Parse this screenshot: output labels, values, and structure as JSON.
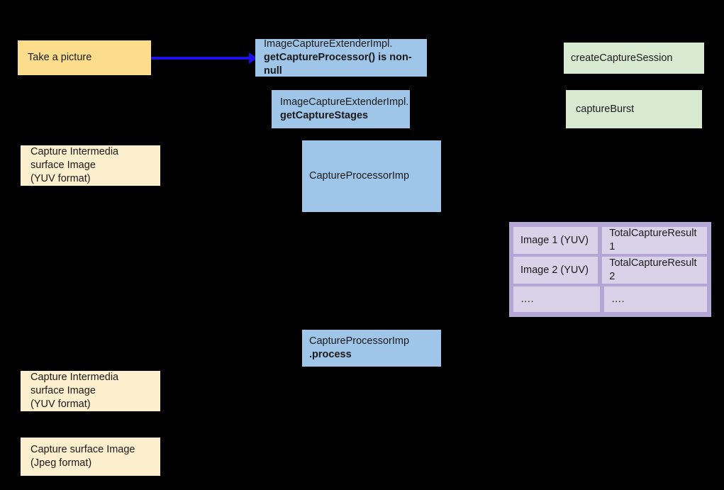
{
  "diagram": {
    "title": "CameraX Extensions capture flow",
    "background_color": "#000000",
    "colors": {
      "amber": "#FBDD8C",
      "cream": "#FCEFCD",
      "blue": "#9FC5E8",
      "green": "#D9EAD3",
      "purple_outer": "#B4A7D6",
      "purple_inner": "#D9D2E9",
      "arrow": "#1F10E8",
      "text": "#1A1A1A"
    },
    "arrow": {
      "name": "take-picture-to-get-capture-processor-arrow",
      "color": "#1F10E8",
      "direction": "right"
    },
    "nodes": {
      "take_picture": {
        "label": "Take a picture"
      },
      "get_capture_processor": {
        "line1": "ImageCaptureExtenderImpl.",
        "line2": "getCaptureProcessor() is non-null"
      },
      "get_capture_stages": {
        "line1": "ImageCaptureExtenderImpl.",
        "line2": "getCaptureStages"
      },
      "capture_processor_imp": {
        "label": "CaptureProcessorImp"
      },
      "capture_processor_process": {
        "line1": "CaptureProcessorImp",
        "line2": ".process"
      },
      "create_capture_session": {
        "label": "createCaptureSession"
      },
      "capture_burst": {
        "label": "captureBurst"
      },
      "intermedia_yuv_top": {
        "label": "Capture Intermedia\nsurface Image\n(YUV format)"
      },
      "intermedia_yuv_bottom": {
        "label": "Capture Intermedia\nsurface Image\n(YUV format)"
      },
      "capture_surface_jpeg": {
        "label": "Capture surface Image\n(Jpeg format)"
      }
    },
    "results_table": {
      "name": "capture-results-table",
      "rows": [
        {
          "image": "Image 1 (YUV)",
          "result": "TotalCaptureResult 1"
        },
        {
          "image": "Image 2 (YUV)",
          "result": "TotalCaptureResult 2"
        },
        {
          "image": "….",
          "result": "…."
        }
      ]
    }
  }
}
